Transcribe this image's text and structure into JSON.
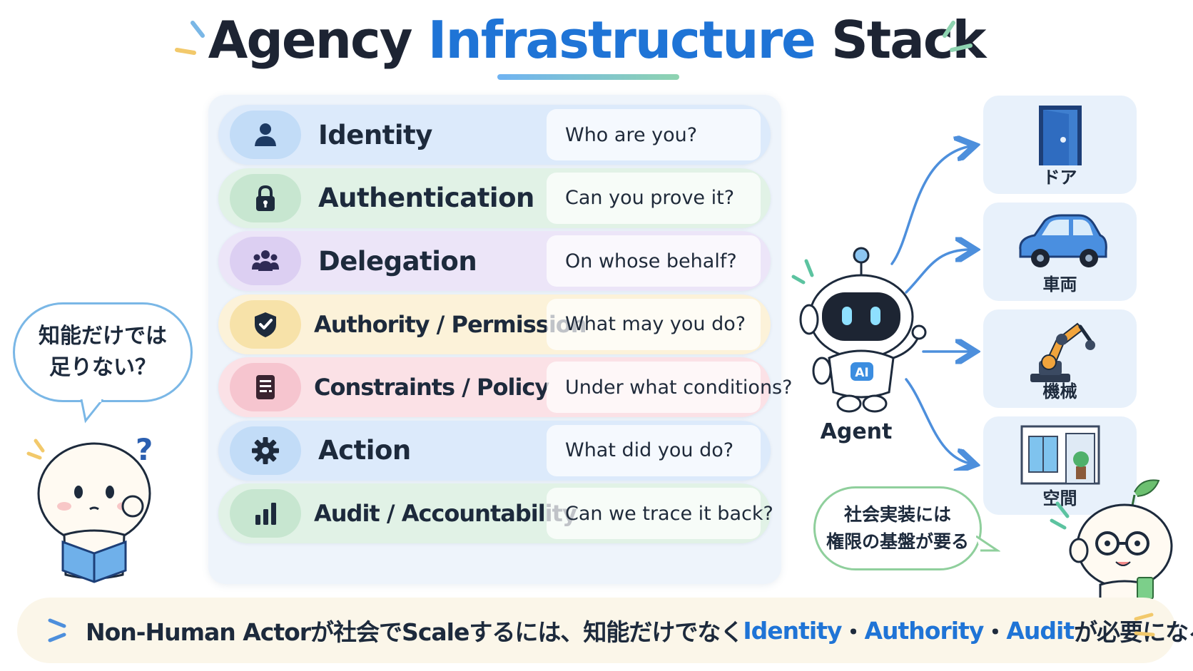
{
  "title": {
    "part1": "Agency",
    "highlight": "Infrastructure",
    "part2": "Stack"
  },
  "layers": [
    {
      "label": "Identity",
      "question": "Who are you?",
      "icon": "person-icon",
      "bg": "#dceafb",
      "circle": "#c2dcf7",
      "iconColor": "#1d3a63"
    },
    {
      "label": "Authentication",
      "question": "Can you prove it?",
      "icon": "lock-icon",
      "bg": "#e1f2e6",
      "circle": "#c7e6d0",
      "iconColor": "#1d2a3c"
    },
    {
      "label": "Delegation",
      "question": "On whose behalf?",
      "icon": "group-icon",
      "bg": "#ece5f8",
      "circle": "#dccff2",
      "iconColor": "#2e2a55"
    },
    {
      "label": "Authority / Permission",
      "question": "What may you do?",
      "icon": "shield-check-icon",
      "bg": "#fcf2d9",
      "circle": "#f7e2a9",
      "iconColor": "#1d2a3c"
    },
    {
      "label": "Constraints / Policy",
      "question": "Under what conditions?",
      "icon": "document-icon",
      "bg": "#fbe1e6",
      "circle": "#f6c5cf",
      "iconColor": "#3a2430"
    },
    {
      "label": "Action",
      "question": "What did you do?",
      "icon": "gear-icon",
      "bg": "#dceafb",
      "circle": "#c2dcf7",
      "iconColor": "#1d2a3c"
    },
    {
      "label": "Audit / Accountability",
      "question": "Can we trace it back?",
      "icon": "bar-chart-icon",
      "bg": "#e1f2e6",
      "circle": "#c7e6d0",
      "iconColor": "#1d2a3c"
    }
  ],
  "agent": {
    "label": "Agent",
    "badge": "AI"
  },
  "targets": [
    {
      "label": "ドア",
      "icon": "door-icon"
    },
    {
      "label": "車両",
      "icon": "car-icon"
    },
    {
      "label": "機械",
      "icon": "robot-arm-icon"
    },
    {
      "label": "空間",
      "icon": "room-icon"
    }
  ],
  "bubble_left": {
    "line1": "知能だけでは",
    "line2": "足りない？"
  },
  "question_mark": "?",
  "bubble_right": {
    "line1": "社会実装には",
    "line2": "権限の基盤が要る"
  },
  "banner": {
    "prefix": "Non-Human Actorが社会でScaleするには、知能だけでなく",
    "kw1": "Identity",
    "sep1": "・",
    "kw2": "Authority",
    "sep2": "・",
    "kw3": "Audit",
    "suffix": "が必要になる。"
  }
}
